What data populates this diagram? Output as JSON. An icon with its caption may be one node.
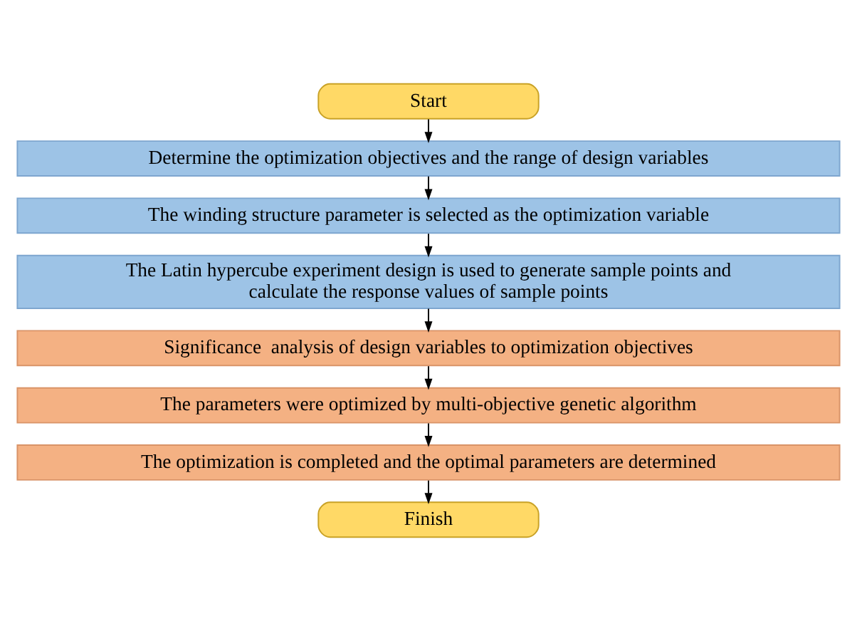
{
  "diagram": {
    "nodes": [
      {
        "text": [
          "Start"
        ]
      },
      {
        "text": [
          "Determine the optimization objectives and the range of design variables"
        ]
      },
      {
        "text": [
          "The winding structure parameter is selected as the optimization variable"
        ]
      },
      {
        "text": [
          "The Latin hypercube experiment design is used to generate sample points and calculate the response values of sample points"
        ]
      },
      {
        "text": [
          "Significance  analysis of design variables to optimization objectives"
        ]
      },
      {
        "text": [
          "The parameters were optimized by multi-objective genetic algorithm"
        ]
      },
      {
        "text": [
          "The optimization is completed and the optimal parameters are determined"
        ]
      },
      {
        "text": [
          "Finish"
        ]
      }
    ],
    "edges": [
      {
        "from": 0,
        "to": 1,
        "arrow": "to"
      },
      {
        "from": 1,
        "to": 2,
        "arrow": "to"
      },
      {
        "from": 2,
        "to": 3,
        "arrow": "to"
      },
      {
        "from": 3,
        "to": 4,
        "arrow": "to"
      },
      {
        "from": 4,
        "to": 5,
        "arrow": "to"
      },
      {
        "from": 5,
        "to": 6,
        "arrow": "to"
      },
      {
        "from": 6,
        "to": 7,
        "arrow": "to"
      }
    ]
  }
}
